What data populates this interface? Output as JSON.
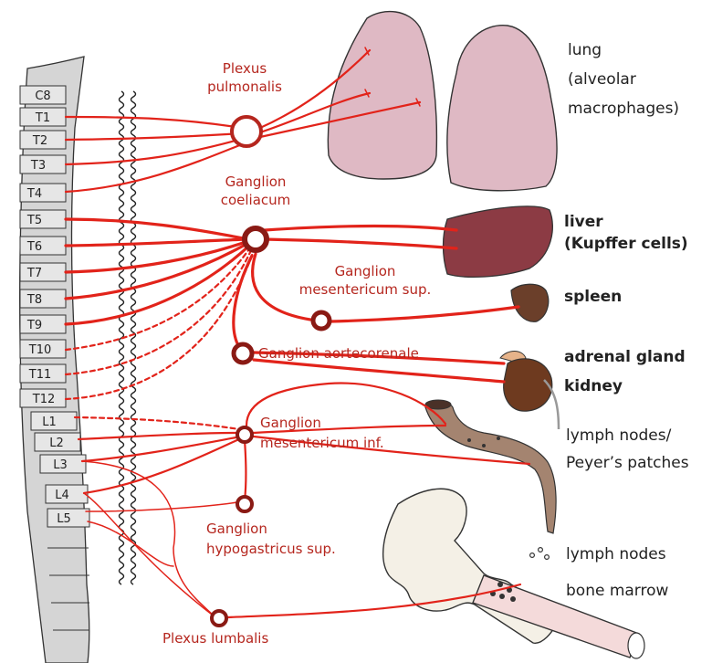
{
  "vertebrae": [
    "C8",
    "T1",
    "T2",
    "T3",
    "T4",
    "T5",
    "T6",
    "T7",
    "T8",
    "T9",
    "T10",
    "T11",
    "T12",
    "L1",
    "L2",
    "L3",
    "L4",
    "L5"
  ],
  "ganglia": {
    "plexus_pulmonalis": [
      "Plexus",
      "pulmonalis"
    ],
    "ganglion_coeliacum": [
      "Ganglion",
      "coeliacum"
    ],
    "ganglion_mesentericum_sup": [
      "Ganglion",
      "mesentericum sup."
    ],
    "ganglion_aortecorenale": "Ganglion aortecorenale",
    "ganglion_mesentericum_inf": [
      "Ganglion",
      "mesentericum inf."
    ],
    "ganglion_hypogastricus_sup": [
      "Ganglion",
      "hypogastricus sup."
    ],
    "plexus_lumbalis": "Plexus lumbalis"
  },
  "organs": {
    "lung": [
      "lung",
      "(alveolar",
      "macrophages)"
    ],
    "liver": [
      "liver",
      "(Kupffer cells)"
    ],
    "spleen": "spleen",
    "adrenal_gland": "adrenal gland",
    "kidney": "kidney",
    "lymph_nodes_peyer": [
      "lymph nodes/",
      "Peyer’s patches"
    ],
    "lymph_nodes": "lymph nodes",
    "bone_marrow": "bone marrow"
  },
  "colors": {
    "nerve": "#e2231a",
    "label_red": "#b5261e",
    "lung": "#dfb9c4",
    "liver": "#8c3b44",
    "spleen": "#6b3f2a",
    "kidney": "#6e3a1f",
    "intestine": "#a48470",
    "vertebra": "#d5d5d5"
  }
}
